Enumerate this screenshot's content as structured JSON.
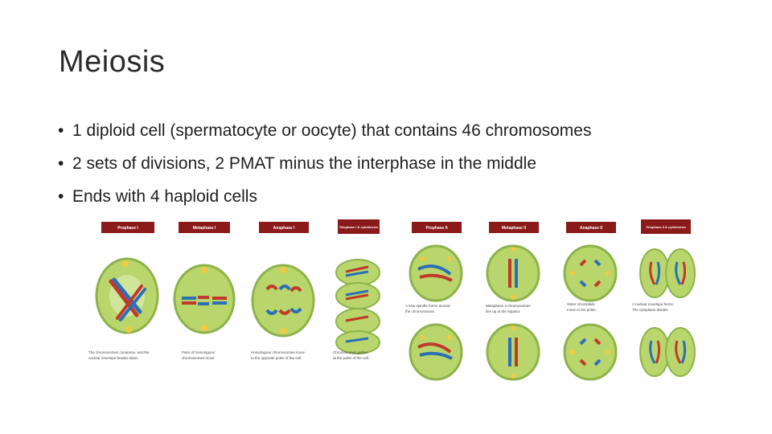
{
  "slide": {
    "title": "Meiosis",
    "bullets": [
      "1 diploid cell (spermatocyte or oocyte) that contains 46 chromosomes",
      "2 sets of divisions, 2 PMAT minus the interphase in the middle",
      "Ends with 4 haploid cells"
    ]
  },
  "diagram": {
    "stages": [
      "Prophase I",
      "Metaphase I",
      "Anaphase I",
      "Telophase I & cytokinesis",
      "Prophase II",
      "Metaphase II",
      "Anaphase II",
      "Telophase II & cytokinesis"
    ],
    "colors": {
      "label_bg": "#8b1a1a",
      "cell_fill": "#b8d66b",
      "cell_edge": "#8db34a",
      "chrom_red": "#c0392b",
      "chrom_blue": "#2c6fb5",
      "centriole": "#f3c843"
    }
  }
}
